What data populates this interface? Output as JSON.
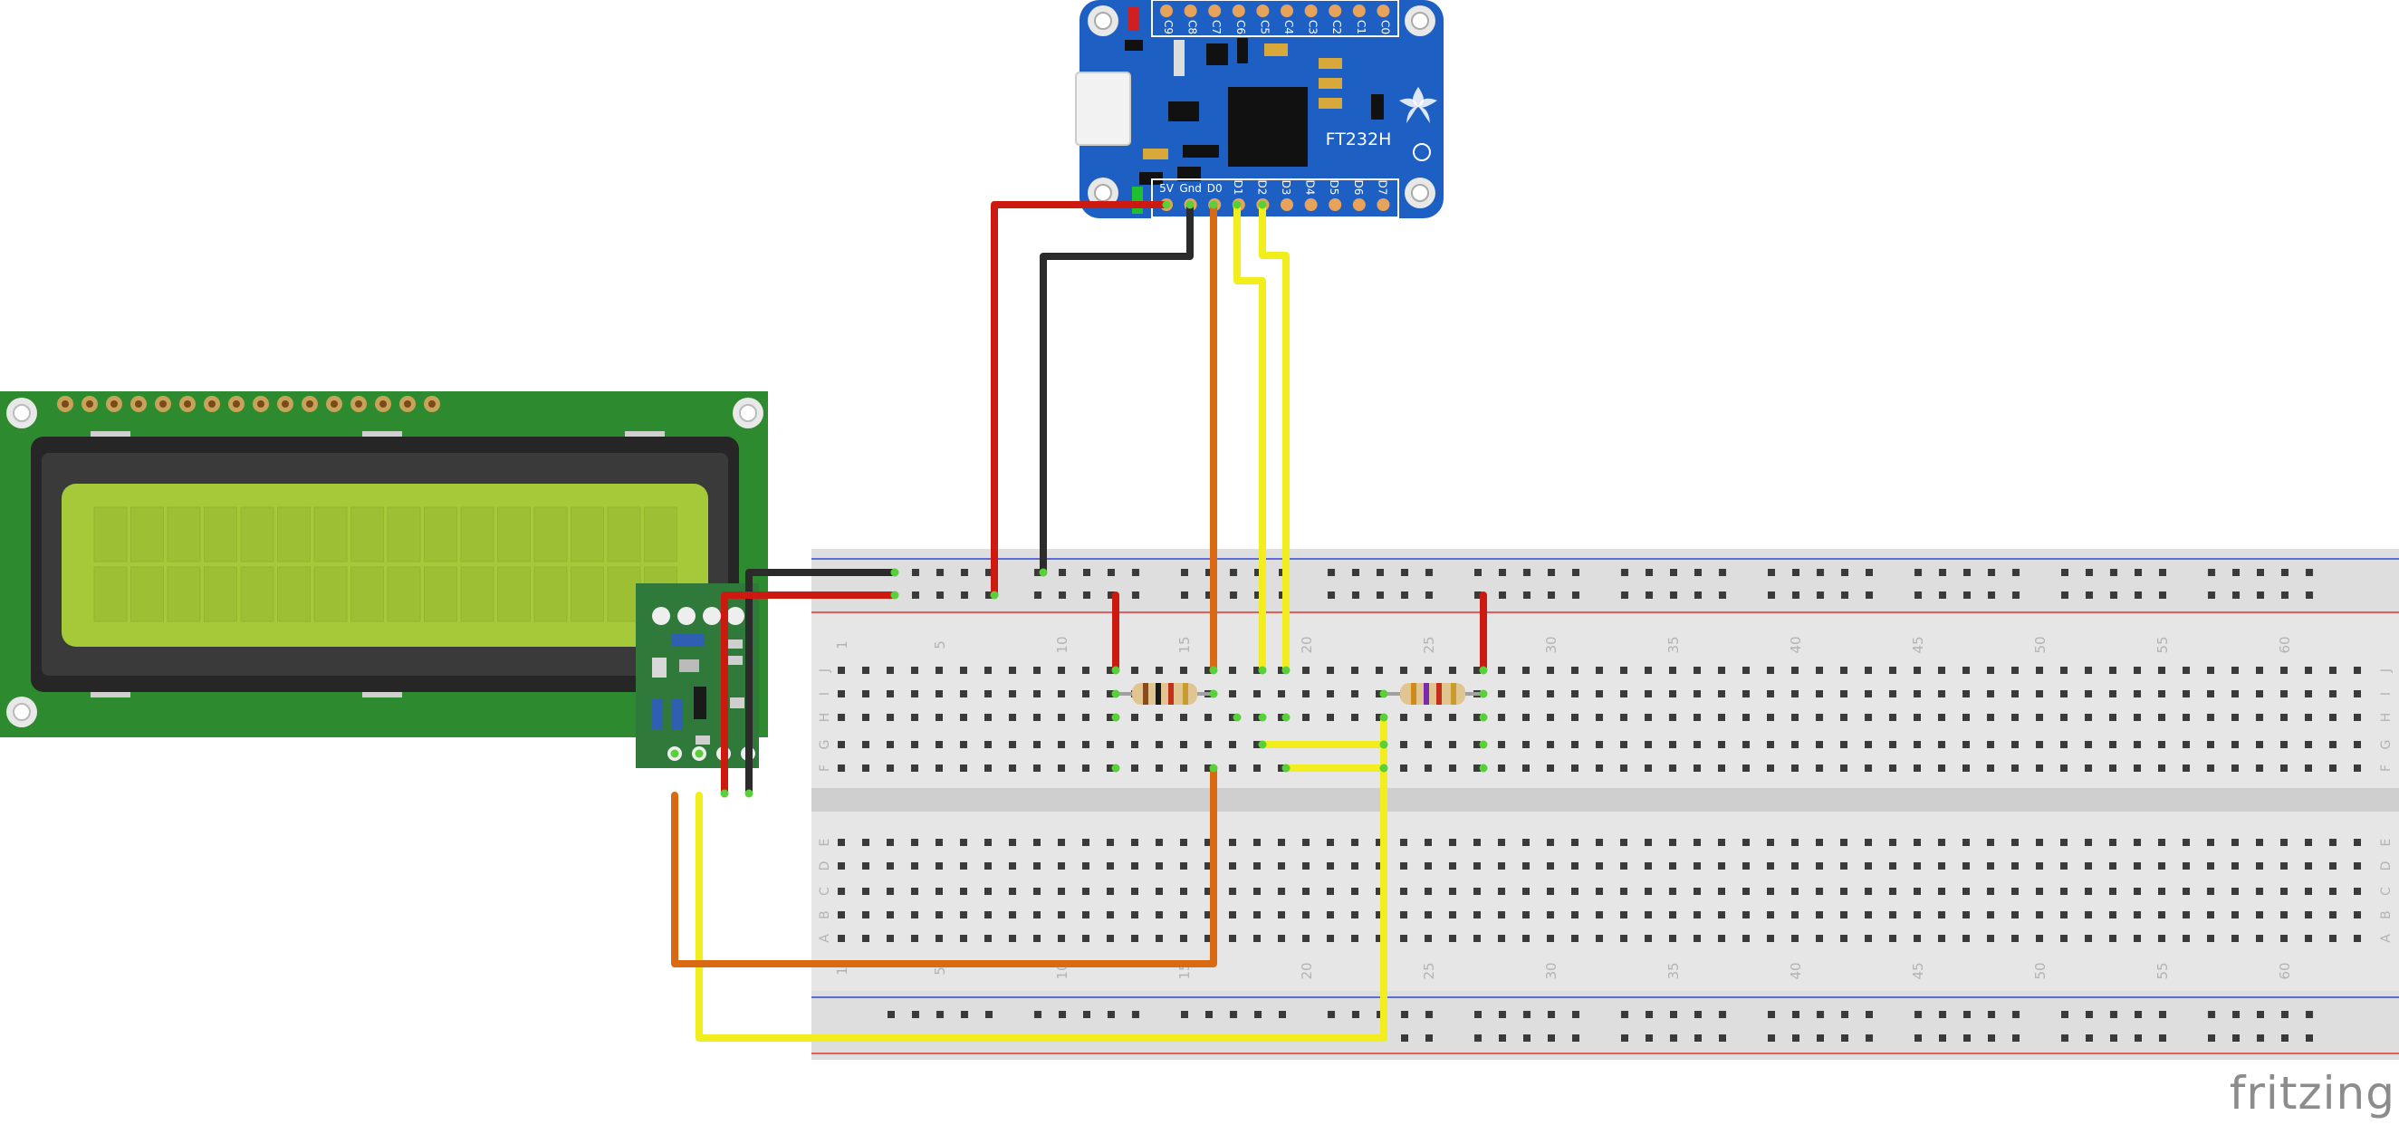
{
  "colors": {
    "wire_red": "#cc1a10",
    "wire_black": "#2b2b2b",
    "wire_orange": "#d96a12",
    "wire_yellow": "#f2ee1e",
    "ft232_board": "#1e5fc4",
    "lcd_pcb": "#2e8a2e",
    "lcd_screen": "#a6c93a",
    "backpack_pcb": "#2f7a3a",
    "breadboard": "#e6e6e6",
    "rail_red": "#e06060",
    "rail_blue": "#5a6ed6"
  },
  "ft232": {
    "chip_label": "FT232H",
    "top_pins": [
      "C9",
      "C8",
      "C7",
      "C6",
      "C5",
      "C4",
      "C3",
      "C2",
      "C1",
      "C0"
    ],
    "bottom_pins": [
      "5V",
      "Gnd",
      "D0",
      "D1",
      "D2",
      "D3",
      "D4",
      "D5",
      "D6",
      "D7"
    ],
    "logo": "flower-logo-icon"
  },
  "breadboard": {
    "column_numbers": [
      "1",
      "5",
      "10",
      "15",
      "20",
      "25",
      "30",
      "35",
      "40",
      "45",
      "50",
      "55",
      "60"
    ],
    "top_row_letters": [
      "J",
      "I",
      "H",
      "G",
      "F"
    ],
    "bottom_row_letters": [
      "E",
      "D",
      "C",
      "B",
      "A"
    ]
  },
  "watermark": "fritzing"
}
